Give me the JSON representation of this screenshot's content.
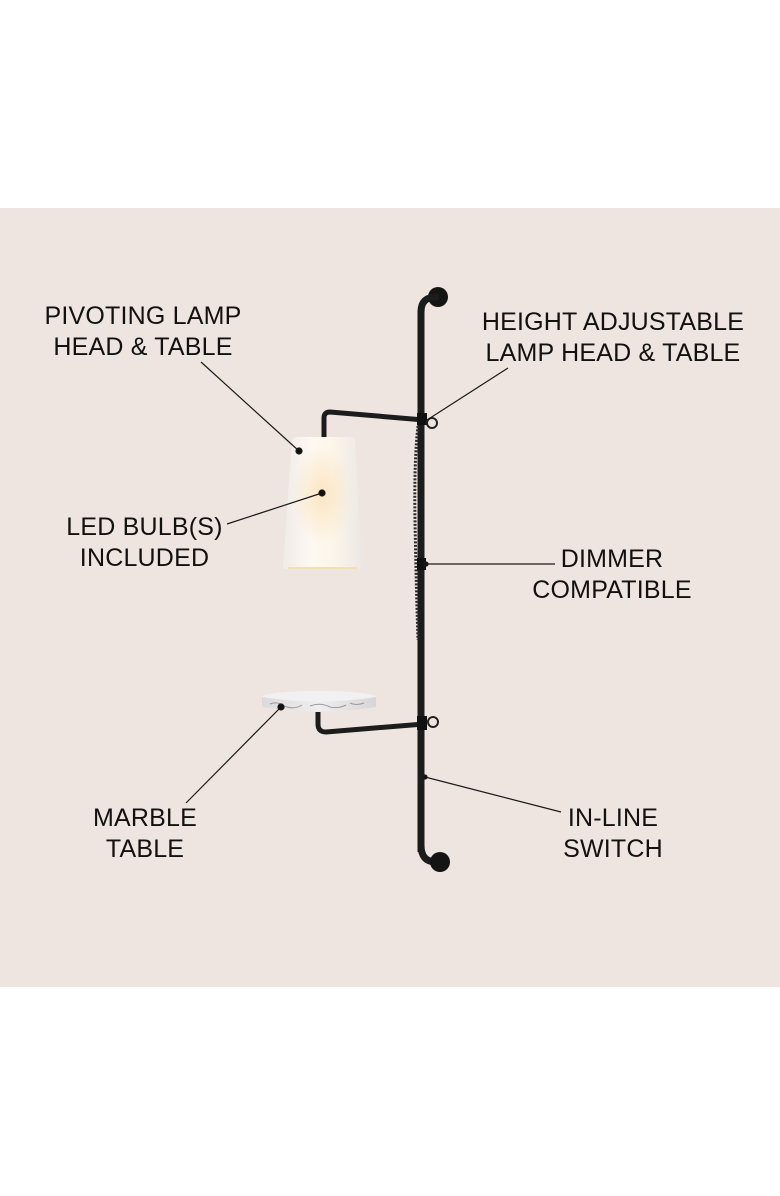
{
  "colors": {
    "background": "#ffffff",
    "panel": "#efe5e0",
    "text": "#111111",
    "fixture_metal": "#1c1c1c",
    "shade": "#f7f4f1",
    "shade_glow": "#fbe9cc",
    "marble": "#e4e2e2"
  },
  "callouts": [
    {
      "id": "pivoting",
      "lines": [
        "PIVOTING LAMP",
        "HEAD & TABLE"
      ]
    },
    {
      "id": "height",
      "lines": [
        "HEIGHT ADJUSTABLE",
        "LAMP HEAD & TABLE"
      ]
    },
    {
      "id": "led",
      "lines": [
        "LED BULB(S)",
        "INCLUDED"
      ]
    },
    {
      "id": "dimmer",
      "lines": [
        "DIMMER",
        "COMPATIBLE"
      ]
    },
    {
      "id": "marble",
      "lines": [
        "MARBLE",
        "TABLE"
      ]
    },
    {
      "id": "switch",
      "lines": [
        "IN-LINE",
        "SWITCH"
      ]
    }
  ],
  "product": {
    "components": [
      "wall-mount-top",
      "vertical-pole",
      "lamp-arm",
      "lamp-shade",
      "power-cord",
      "table-arm",
      "marble-tabletop",
      "wall-mount-bottom"
    ]
  }
}
